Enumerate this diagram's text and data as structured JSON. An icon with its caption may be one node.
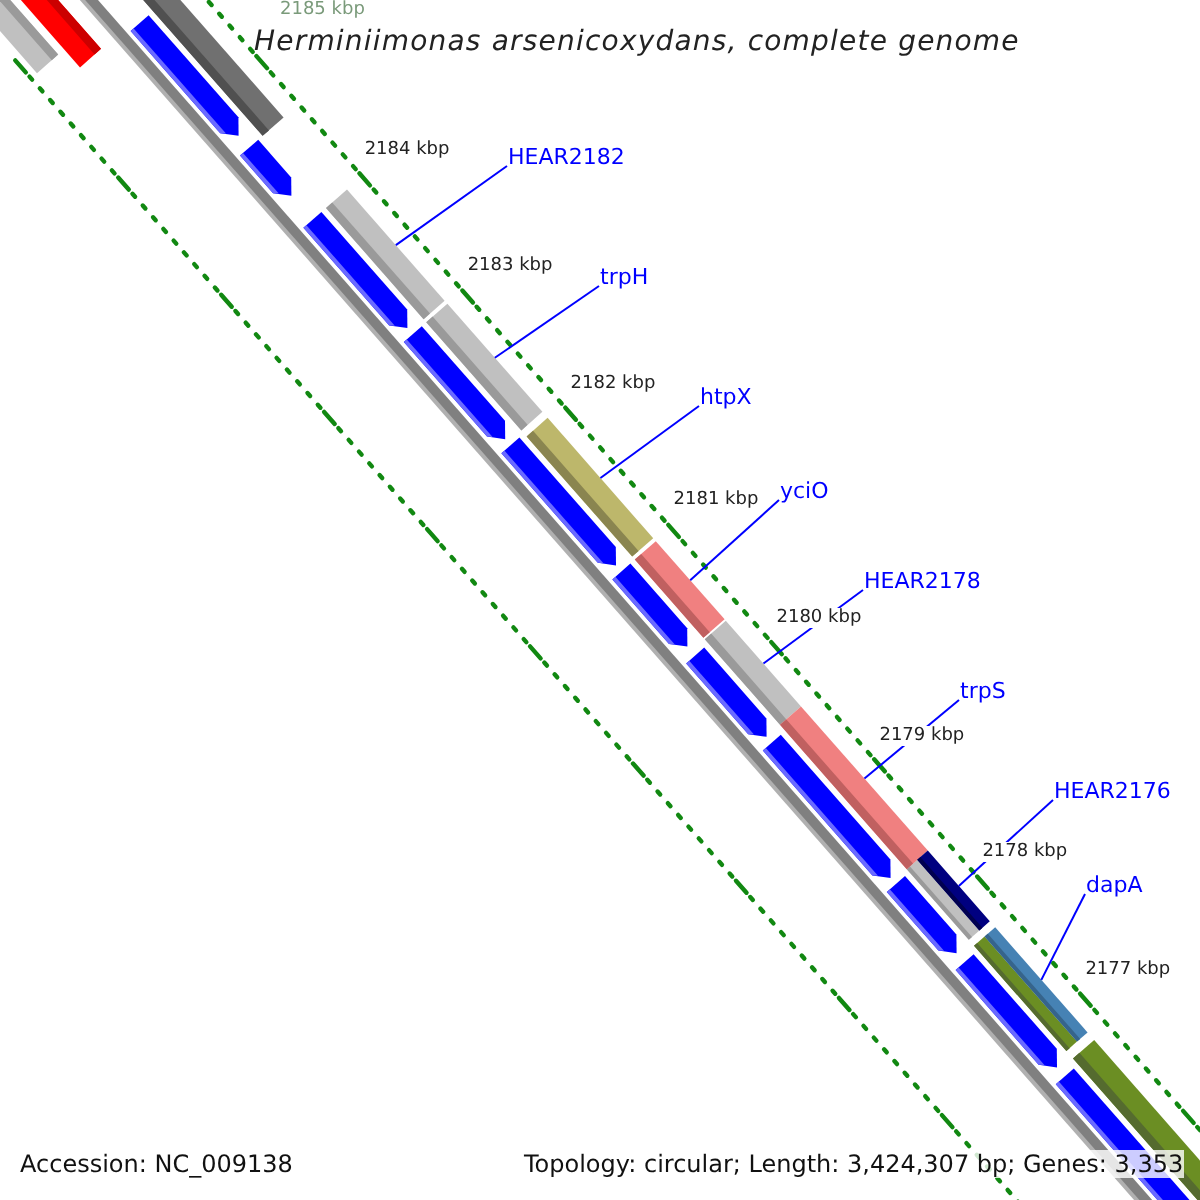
{
  "diagram": {
    "title": "Herminiimonas arsenicoxydans, complete genome",
    "nodes": [
      {
        "text": [
          "HEAR2182"
        ]
      },
      {
        "text": [
          "trpH"
        ]
      },
      {
        "text": [
          "htpX"
        ]
      },
      {
        "text": [
          "yciO"
        ]
      },
      {
        "text": [
          "HEAR2178"
        ]
      },
      {
        "text": [
          "trpS"
        ]
      },
      {
        "text": [
          "HEAR2176"
        ]
      },
      {
        "text": [
          "dapA"
        ]
      },
      {
        "text": [],
        "shape": "bar"
      },
      {
        "text": [],
        "shape": "bar"
      },
      {
        "text": [],
        "shape": "bar"
      },
      {
        "text": [],
        "shape": "bar"
      },
      {
        "text": [],
        "shape": "bar"
      },
      {
        "text": [],
        "shape": "bar"
      },
      {
        "text": [],
        "shape": "bar"
      },
      {
        "text": [],
        "shape": "bar"
      }
    ],
    "edges": [
      {
        "from": 0,
        "to": 8,
        "arrow": "none"
      },
      {
        "from": 1,
        "to": 9,
        "arrow": "none"
      },
      {
        "from": 2,
        "to": 10,
        "arrow": "none"
      },
      {
        "from": 3,
        "to": 11,
        "arrow": "none"
      },
      {
        "from": 4,
        "to": 12,
        "arrow": "none"
      },
      {
        "from": 5,
        "to": 13,
        "arrow": "none"
      },
      {
        "from": 6,
        "to": 14,
        "arrow": "none"
      },
      {
        "from": 7,
        "to": 15,
        "arrow": "none"
      }
    ],
    "labels": [
      "2185 kbp",
      "2184 kbp",
      "2183 kbp",
      "2182 kbp",
      "2181 kbp",
      "2180 kbp",
      "2179 kbp",
      "2178 kbp",
      "2177 kbp",
      "Accession: NC_009138",
      "Topology: circular; Length: 3,424,307 bp; Genes: 3,353"
    ]
  }
}
